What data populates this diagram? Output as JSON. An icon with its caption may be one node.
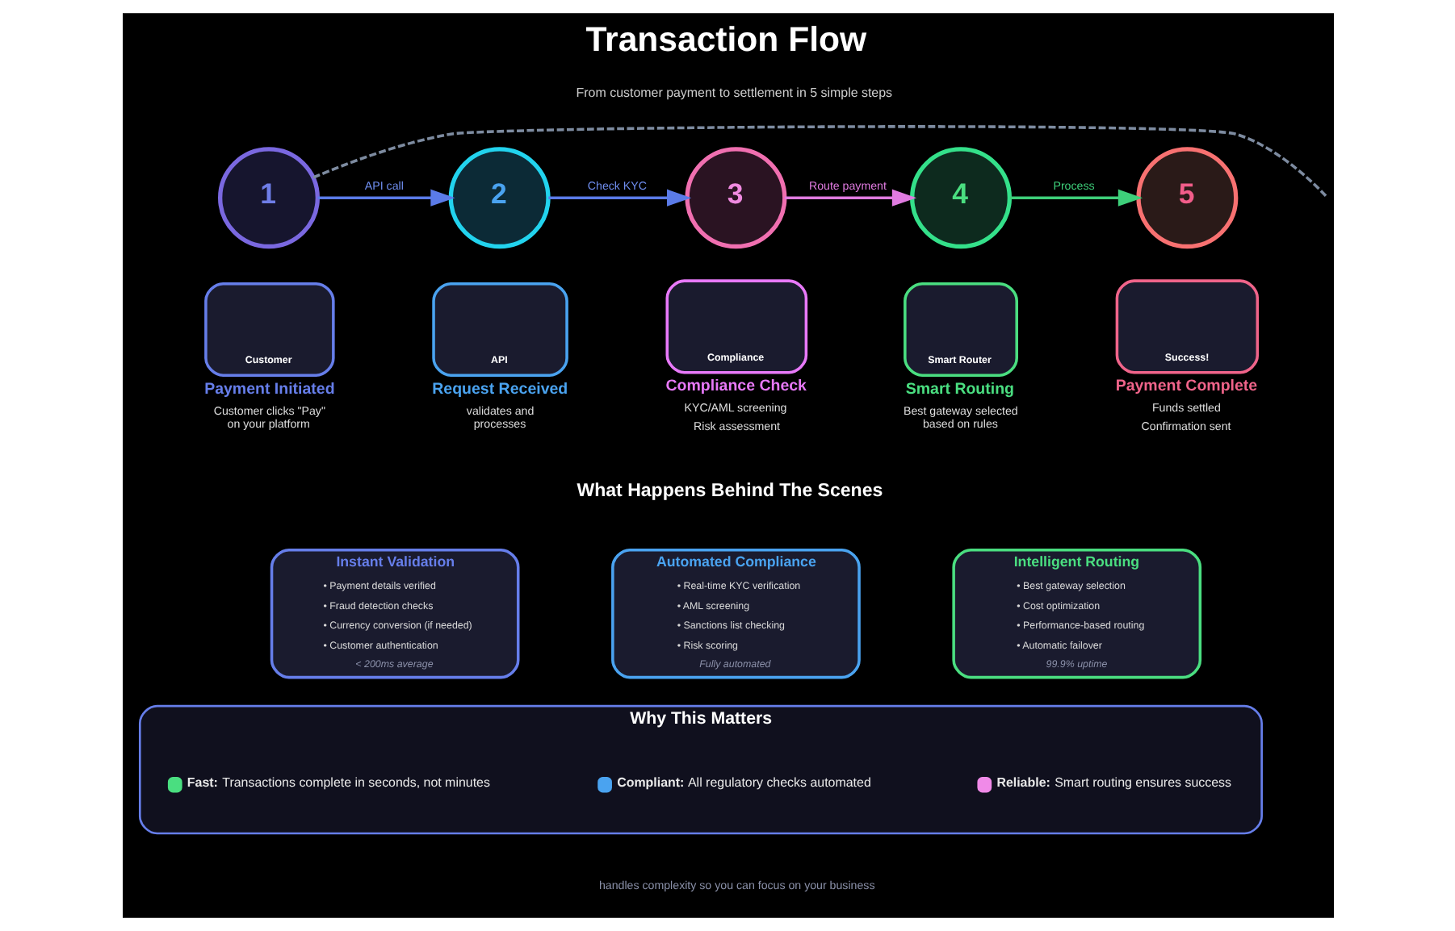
{
  "diagram": {
    "title": "Transaction Flow",
    "nodes": [
      {
        "text": [
          "1"
        ]
      },
      {
        "text": [
          "2"
        ]
      },
      {
        "text": [
          "3"
        ]
      },
      {
        "text": [
          "4"
        ]
      },
      {
        "text": [
          "5"
        ]
      },
      {
        "text": [
          "Customer",
          "Payment Initiated"
        ],
        "beside": [
          "Customer clicks \"Pay\" on your platform"
        ]
      },
      {
        "text": [
          "API",
          "Request Received"
        ],
        "beside": [
          "validates and processes"
        ]
      },
      {
        "text": [
          "Compliance",
          "Compliance Check"
        ],
        "beside": [
          "KYC/AML screening",
          "Risk assessment"
        ]
      },
      {
        "text": [
          "Smart Router",
          "Smart Routing"
        ],
        "beside": [
          "Best gateway selected based on rules"
        ]
      },
      {
        "text": [
          "Success!",
          "Payment Complete"
        ],
        "beside": [
          "Funds settled",
          "Confirmation sent"
        ]
      },
      {
        "text": [
          "Instant Validation",
          "• Payment details verified",
          "• Fraud detection checks",
          "• Currency conversion (if needed)",
          "• Customer authentication",
          "< 200ms average"
        ]
      },
      {
        "text": [
          "Automated Compliance",
          "• Real-time KYC verification",
          "• AML screening",
          "• Sanctions list checking",
          "• Risk scoring",
          "Fully automated"
        ]
      },
      {
        "text": [
          "Intelligent Routing",
          "• Best gateway selection",
          "• Cost optimization",
          "• Performance-based routing",
          "• Automatic failover",
          "99.9% uptime"
        ]
      },
      {
        "text": [
          "Why This Matters"
        ]
      },
      {
        "text": [
          "**Fast:** Transactions complete in seconds, not minutes"
        ],
        "in": 13
      },
      {
        "text": [
          "**Compliant:** All regulatory checks automated"
        ],
        "in": 13
      },
      {
        "text": [
          "**Reliable:** Smart routing ensures success"
        ],
        "in": 13
      }
    ],
    "edges": [
      {
        "from": 0,
        "to": 1,
        "arrow": "to",
        "label": "API call"
      },
      {
        "from": 1,
        "to": 2,
        "arrow": "to",
        "label": "Check KYC"
      },
      {
        "from": 2,
        "to": 3,
        "arrow": "to",
        "label": "Route payment",
        "color": "#e07be0"
      },
      {
        "from": 3,
        "to": 4,
        "arrow": "to",
        "label": "Process",
        "color": "#3ecf7a"
      },
      {
        "from": 0,
        "to": null,
        "arrow": "none",
        "style": "dashed",
        "color": "#7d8ba0"
      }
    ],
    "labels": [
      "From customer payment to settlement in 5 simple steps",
      "What Happens Behind The Scenes",
      "handles complexity so you can focus on your business"
    ]
  }
}
